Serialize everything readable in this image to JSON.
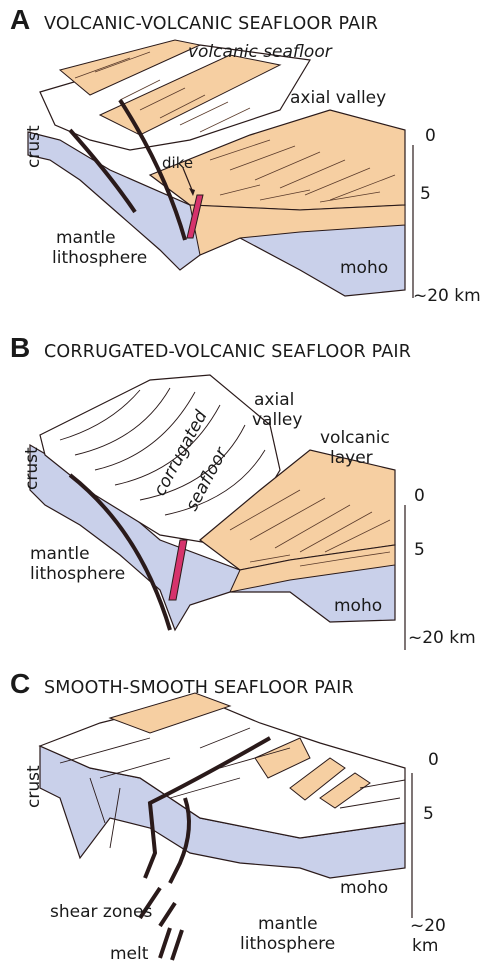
{
  "panels": [
    {
      "letter": "A",
      "title": "VOLCANIC-VOLCANIC SEAFLOOR PAIR",
      "labels": {
        "top": "volcanic seafloor",
        "valley": "axial valley",
        "crust": "crust",
        "dike": "dike",
        "mantle1": "mantle",
        "mantle2": "lithosphere",
        "moho": "moho"
      },
      "scale": {
        "t0": "0",
        "t5": "5",
        "t20": "~20 km"
      }
    },
    {
      "letter": "B",
      "title": "CORRUGATED-VOLCANIC SEAFLOOR PAIR",
      "labels": {
        "axial1": "axial",
        "axial2": "valley",
        "volc1": "volcanic",
        "volc2": "layer",
        "corr1": "corrugated",
        "corr2": "seafloor",
        "crust": "crust",
        "mantle1": "mantle",
        "mantle2": "lithosphere",
        "moho": "moho"
      },
      "scale": {
        "t0": "0",
        "t5": "5",
        "t20": "~20 km"
      }
    },
    {
      "letter": "C",
      "title": "SMOOTH-SMOOTH SEAFLOOR PAIR",
      "labels": {
        "crust": "crust",
        "shear": "shear zones",
        "melt": "melt",
        "mantle1": "mantle",
        "mantle2": "lithosphere",
        "moho": "moho"
      },
      "scale": {
        "t0": "0",
        "t5": "5",
        "t20a": "~20",
        "t20b": "km"
      }
    }
  ],
  "colors": {
    "crust_fill": "#c9d0ea",
    "volcanic_fill": "#f6cfa2",
    "smooth_fill": "#ffffff",
    "dike": "#d6336c",
    "outline": "#2a1a1a"
  }
}
